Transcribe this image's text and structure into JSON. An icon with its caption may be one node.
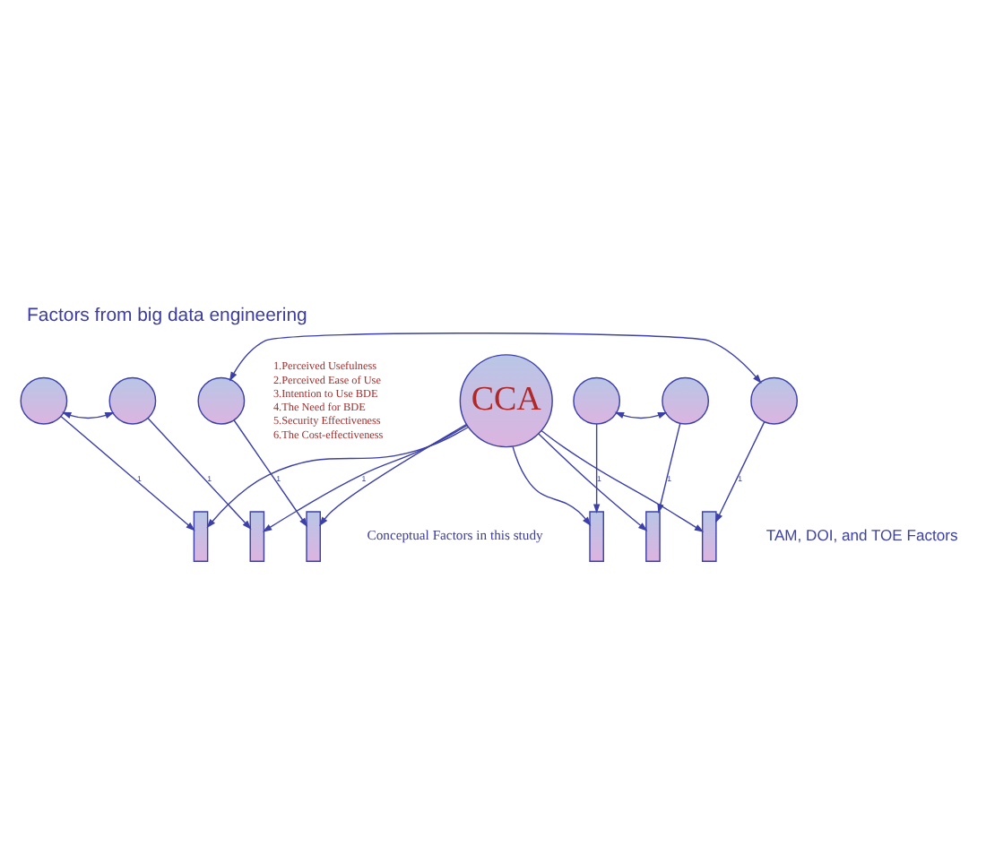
{
  "diagram": {
    "title": "Factors from big data engineering",
    "caption": "Conceptual Factors in this study",
    "nodes": [
      {
        "text": [],
        "shape": "circle"
      },
      {
        "text": [],
        "shape": "circle"
      },
      {
        "text": [],
        "shape": "circle"
      },
      {
        "text": [],
        "shape": "circle"
      },
      {
        "text": [],
        "shape": "circle"
      },
      {
        "text": [],
        "shape": "circle"
      },
      {
        "text": [],
        "shape": "box"
      },
      {
        "text": [],
        "shape": "box"
      },
      {
        "text": [],
        "shape": "box"
      },
      {
        "text": [],
        "shape": "box"
      },
      {
        "text": [],
        "shape": "box"
      },
      {
        "text": [],
        "shape": "box"
      },
      {
        "text": [
          "CCA"
        ]
      }
    ],
    "edges": [
      {
        "from": 0,
        "to": 1,
        "arrow": "both"
      },
      {
        "from": 2,
        "to": 5,
        "arrow": "both"
      },
      {
        "from": 3,
        "to": 4,
        "arrow": "both"
      },
      {
        "from": 0,
        "to": 6,
        "arrow": "to",
        "label": "1"
      },
      {
        "from": 1,
        "to": 7,
        "arrow": "to",
        "label": "1"
      },
      {
        "from": 2,
        "to": 8,
        "arrow": "to",
        "label": "1"
      },
      {
        "from": 3,
        "to": 9,
        "arrow": "to",
        "label": "1"
      },
      {
        "from": 4,
        "to": 10,
        "arrow": "to",
        "label": "1"
      },
      {
        "from": 5,
        "to": 11,
        "arrow": "to",
        "label": "1"
      },
      {
        "from": 12,
        "to": 6,
        "arrow": "to"
      },
      {
        "from": 12,
        "to": 7,
        "arrow": "to",
        "label": "1"
      },
      {
        "from": 12,
        "to": 8,
        "arrow": "to"
      },
      {
        "from": 12,
        "to": 9,
        "arrow": "to"
      },
      {
        "from": 12,
        "to": 10,
        "arrow": "to"
      },
      {
        "from": 12,
        "to": 11,
        "arrow": "to"
      }
    ],
    "labels": [
      "TAM, DOI, and TOE Factors",
      "1.Perceived Usefulness",
      "2.Perceived Ease of Use",
      "3.Intention to Use BDE",
      "4.The Need for BDE",
      "5.Security Effectiveness",
      "6.The Cost-effectiveness"
    ]
  }
}
